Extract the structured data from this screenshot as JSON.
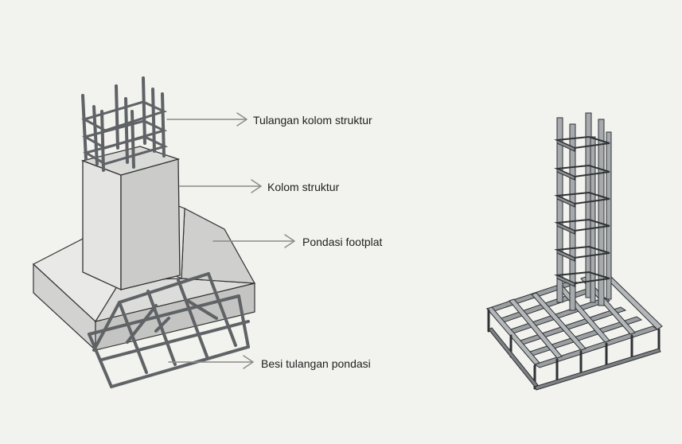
{
  "labels": {
    "column_rebar": "Tulangan kolom struktur",
    "column": "Kolom struktur",
    "footplate": "Pondasi footplat",
    "foundation_rebar": "Besi tulangan pondasi"
  },
  "colors": {
    "background": "#f2f2ee",
    "concrete_light": "#e6e6e4",
    "concrete_mid": "#cfcfcd",
    "concrete_dark": "#b9b9b7",
    "steel": "#6b6f72",
    "steel_dark": "#303336",
    "arrow": "#8a8a8a"
  }
}
